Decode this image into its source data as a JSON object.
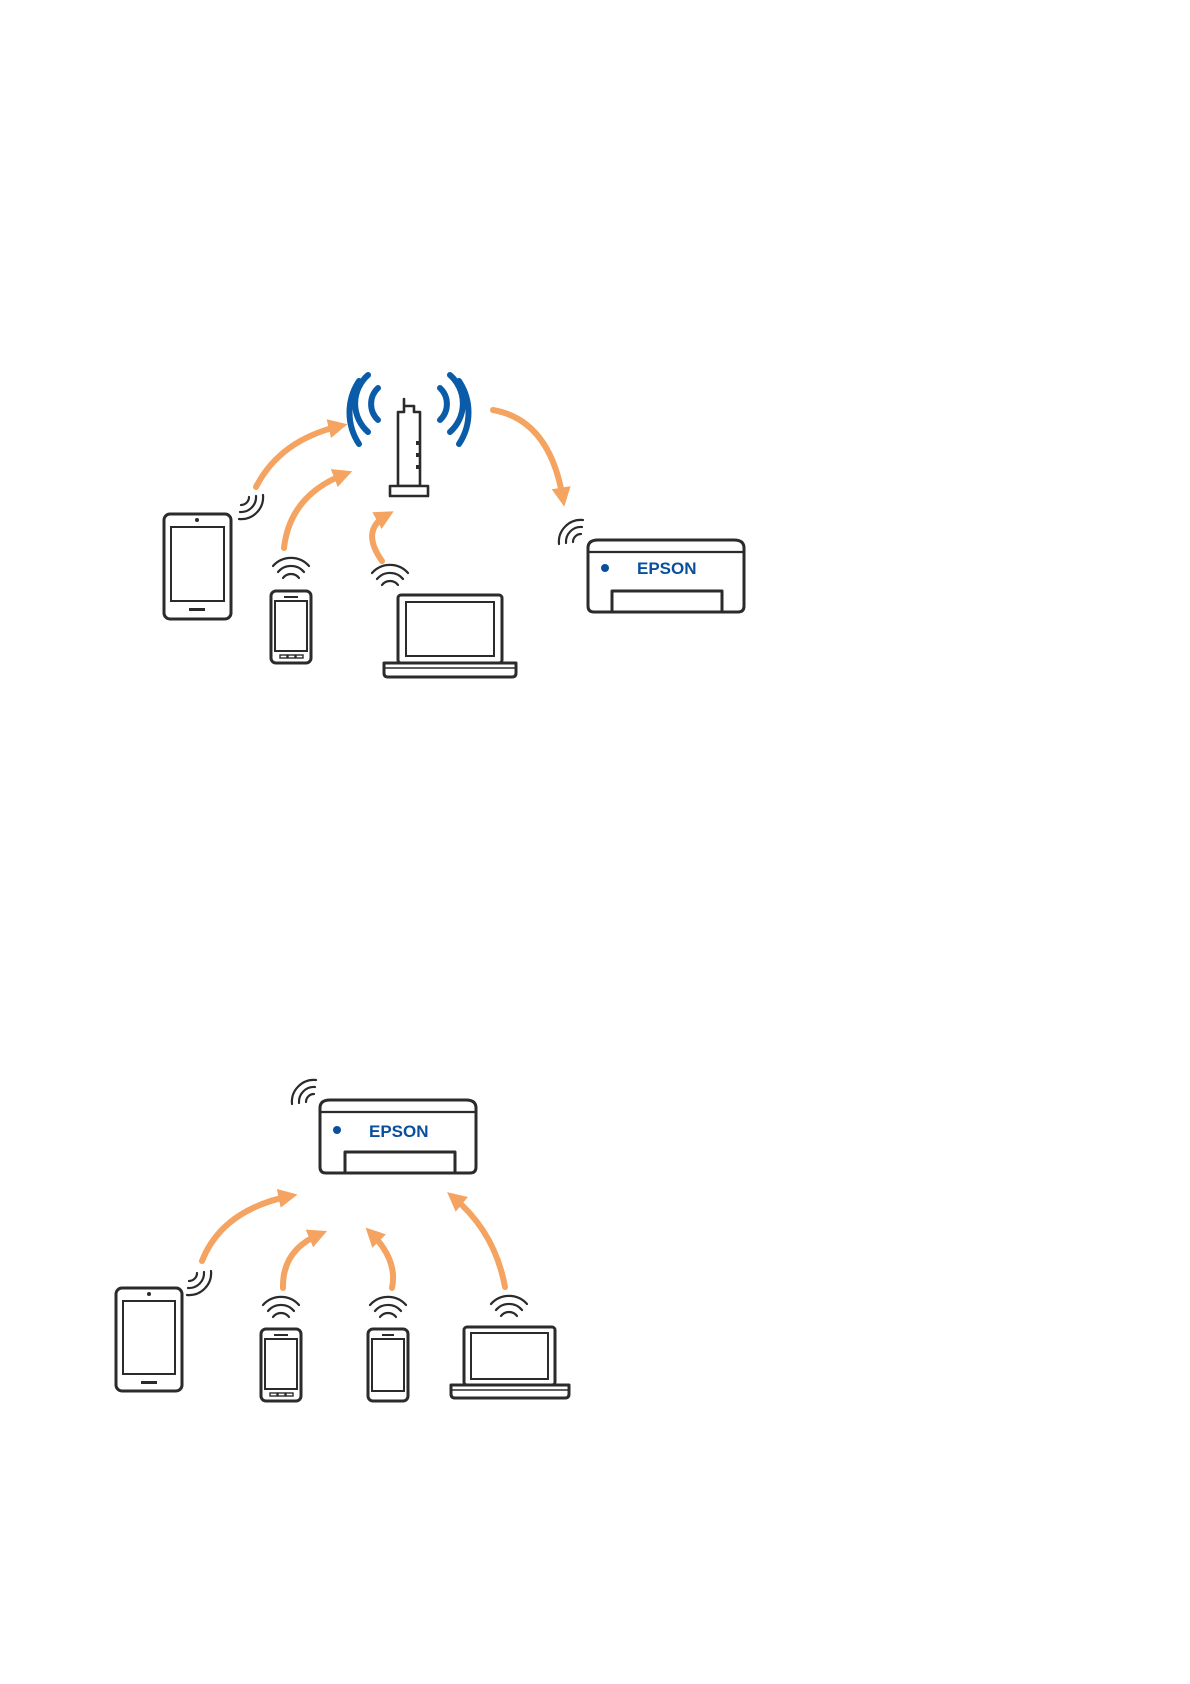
{
  "figures": [
    {
      "id": "router-connection",
      "nodes": [
        "tablet",
        "smartphone",
        "laptop",
        "wireless-router",
        "printer"
      ],
      "printer_brand": "EPSON"
    },
    {
      "id": "direct-connection",
      "nodes": [
        "tablet",
        "smartphone",
        "smartphone",
        "laptop",
        "printer"
      ],
      "printer_brand": "EPSON"
    }
  ],
  "colors": {
    "arrow": "#f4a460",
    "router_signal": "#0a5ca8",
    "brand_text": "#0a4f9e",
    "device_outline": "#2b2b2b"
  },
  "icons": [
    "tablet-icon",
    "smartphone-icon",
    "laptop-icon",
    "router-icon",
    "printer-icon",
    "wifi-signal-icon"
  ]
}
